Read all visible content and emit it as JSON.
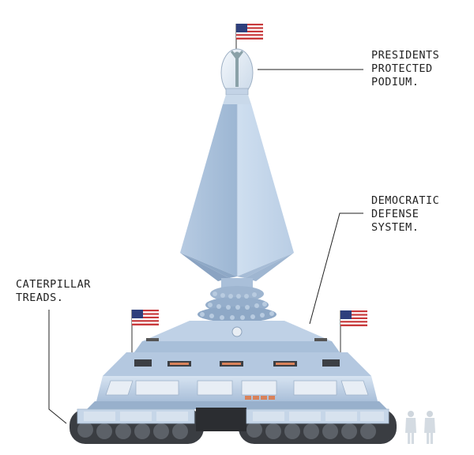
{
  "labels": {
    "podium": [
      "PRESIDENTS",
      "PROTECTED",
      "PODIUM."
    ],
    "defense": [
      "DEMOCRATIC",
      "DEFENSE",
      "SYSTEM."
    ],
    "treads": [
      "CATERPILLAR",
      "TREADS."
    ]
  },
  "colors": {
    "hull_light": "#c9d8ea",
    "hull_mid": "#a9c0da",
    "hull_dark": "#7f98b6",
    "tread": "#3a3d42",
    "window": "#d9825a",
    "flag_red": "#c8393b",
    "flag_blue": "#2e3f7c"
  },
  "icons": [
    "us-flag-icon",
    "human-figure-icon"
  ]
}
